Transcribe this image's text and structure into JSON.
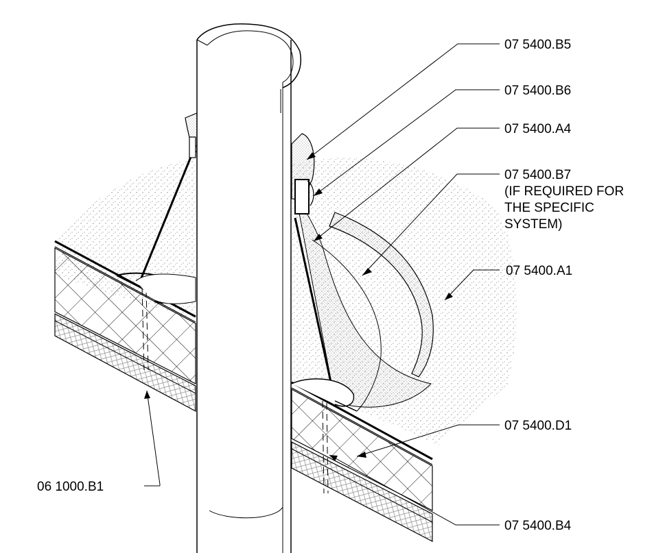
{
  "callouts": {
    "b5": "07 5400.B5",
    "b6": "07 5400.B6",
    "a4": "07 5400.A4",
    "b7": "07 5400.B7",
    "b7_note_1": "(IF REQUIRED FOR",
    "b7_note_2": "THE SPECIFIC",
    "b7_note_3": "SYSTEM)",
    "a1": "07 5400.A1",
    "d1": "07 5400.D1",
    "b1": "06 1000.B1",
    "b4": "07 5400.B4"
  },
  "colors": {
    "line": "#000000",
    "stipple": "#8a8a8a",
    "hatch": "#9a9a9a",
    "background": "#ffffff"
  }
}
